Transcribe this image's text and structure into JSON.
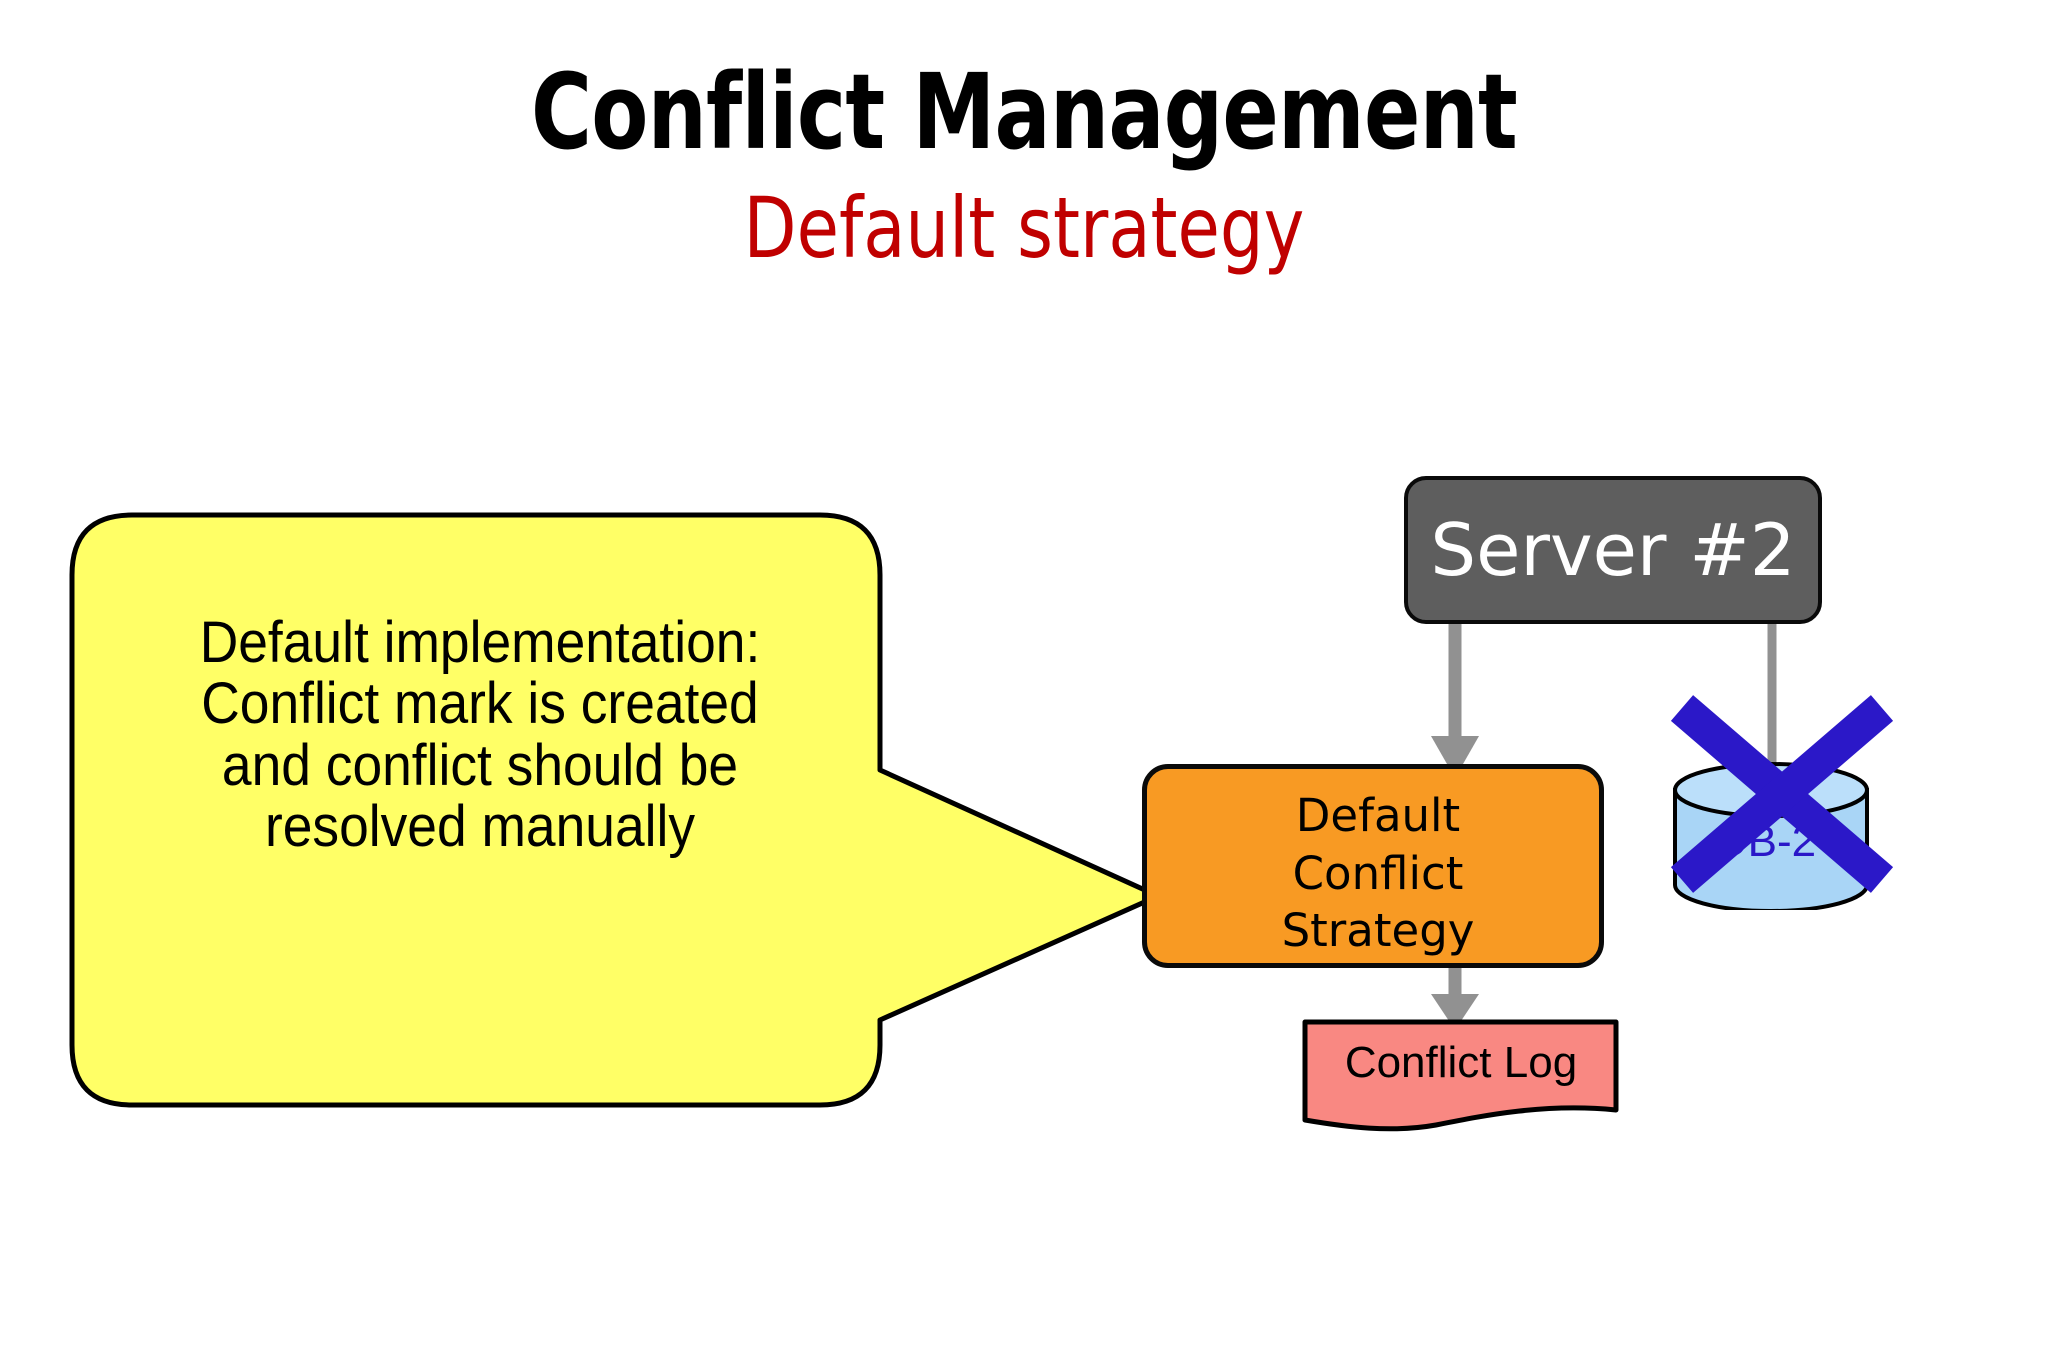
{
  "slide": {
    "background_color": "#FFFFFF",
    "title": "Conflict Management",
    "subtitle": "Default strategy",
    "title_color": "#000000",
    "subtitle_color": "#C00000"
  },
  "callout": {
    "name": "default-implementation-callout",
    "fill_color": "#FFFF66",
    "border_color": "#000000",
    "text_lines": [
      "Default implementation:",
      "Conflict mark is created",
      "and conflict should be",
      "resolved manually"
    ],
    "tail_points_to": "default-conflict-strategy-box"
  },
  "diagram": {
    "server": {
      "label": "Server #2",
      "fill_color": "#5E5E5E",
      "text_color": "#FFFFFF",
      "border_color": "#000000"
    },
    "strategy": {
      "label_lines": [
        "Default",
        "Conflict",
        "Strategy"
      ],
      "fill_color": "#F89A23",
      "text_color": "#000000",
      "border_color": "#000000"
    },
    "conflict_log": {
      "label": "Conflict Log",
      "fill_color": "#F98882",
      "text_color": "#000000",
      "border_color": "#000000"
    },
    "database": {
      "label": "DB-2",
      "fill_color": "#A9D5F6",
      "text_color": "#2B18C8",
      "border_color": "#000000",
      "status": "crossed-out",
      "cross_color": "#2B18C8"
    },
    "arrows": {
      "color": "#919191",
      "connections": [
        {
          "from": "Server #2",
          "to": "Default Conflict Strategy",
          "style": "arrow"
        },
        {
          "from": "Server #2",
          "to": "DB-2",
          "style": "line-blocked"
        },
        {
          "from": "Default Conflict Strategy",
          "to": "Conflict Log",
          "style": "arrow"
        }
      ]
    }
  }
}
